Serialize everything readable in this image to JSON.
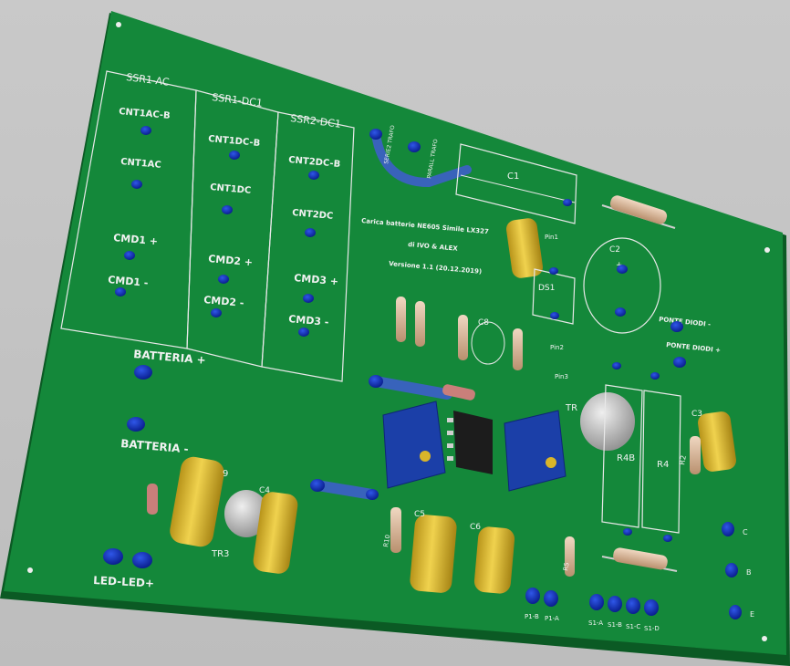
{
  "colors": {
    "board": "#14883a",
    "board_edge": "#0b5a24",
    "pad": "#0e2fbf",
    "silk": "#f2f2f2",
    "trace": "#3d5fc9",
    "capacitor": "#d9b52a",
    "trimmer": "#1b3fa8",
    "ic": "#1c1c1c",
    "transistor": "#b9b9b9",
    "resistor": "#d9b79a"
  },
  "blocks": {
    "ssr1_ac": "SSR1-AC",
    "ssr1_dc1": "SSR1-DC1",
    "ssr2_dc1": "SSR2-DC1"
  },
  "connectors": {
    "cnt1ac_b": "CNT1AC-B",
    "cnt1ac": "CNT1AC",
    "cmd1_plus": "CMD1 +",
    "cmd1_minus": "CMD1 -",
    "cnt1dc_b": "CNT1DC-B",
    "cnt1dc": "CNT1DC",
    "cmd2_plus": "CMD2 +",
    "cmd2_minus": "CMD2 -",
    "cnt2dc_b": "CNT2DC-B",
    "cnt2dc": "CNT2DC",
    "cmd3_plus": "CMD3 +",
    "cmd3_minus": "CMD3 -"
  },
  "labels": {
    "batteria_plus": "BATTERIA +",
    "batteria_minus": "BATTERIA -",
    "led": "LED-LED+",
    "serie_trafo": "SERIE2 TRAFO",
    "parallel_trafo": "PARALL TRAFO",
    "ponte_diodi_minus": "PONTE DIODI -",
    "ponte_diodi_plus": "PONTE DIODI +",
    "title1": "Carica batterie NE605 Simile LX327",
    "title2": "di IVO & ALEX",
    "title3": "Versione 1.1 (20.12.2019)",
    "p1b": "P1-B",
    "p1a": "P1-A",
    "s1a": "S1-A",
    "s1b": "S1-B",
    "s1c": "S1-C",
    "s1d": "S1-D",
    "right_c": "C",
    "right_b": "B",
    "right_e": "E"
  },
  "components": {
    "c1": "C1",
    "c2": "C2",
    "c3": "C3",
    "c4": "C4",
    "c5": "C5",
    "c6": "C6",
    "c8": "C8",
    "c9": "9",
    "ds1": "DS1",
    "pin1": "Pin1",
    "pin2": "Pin2",
    "pin3": "Pin3",
    "tr3": "TR3",
    "tr": "TR",
    "r4b": "R4B",
    "r4": "R4",
    "r2": "R2",
    "r5": "R5",
    "r10": "R10",
    "plus_sign": "+"
  }
}
